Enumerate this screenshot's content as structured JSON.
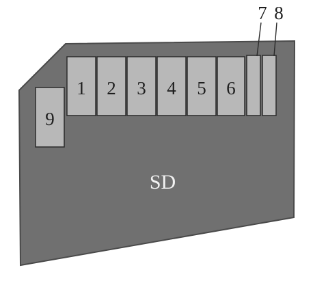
{
  "diagram": {
    "card_label": "SD",
    "pins": [
      {
        "label": "1"
      },
      {
        "label": "2"
      },
      {
        "label": "3"
      },
      {
        "label": "4"
      },
      {
        "label": "5"
      },
      {
        "label": "6"
      },
      {
        "label": "7"
      },
      {
        "label": "8"
      },
      {
        "label": "9"
      }
    ],
    "colors": {
      "card_body": "#707070",
      "card_outline": "#4a4a4a",
      "pin_fill": "#b8b8b8",
      "pin_outline": "#2a2a2a",
      "text_dark": "#1e1e1e",
      "text_light": "#f2f2f2"
    }
  }
}
